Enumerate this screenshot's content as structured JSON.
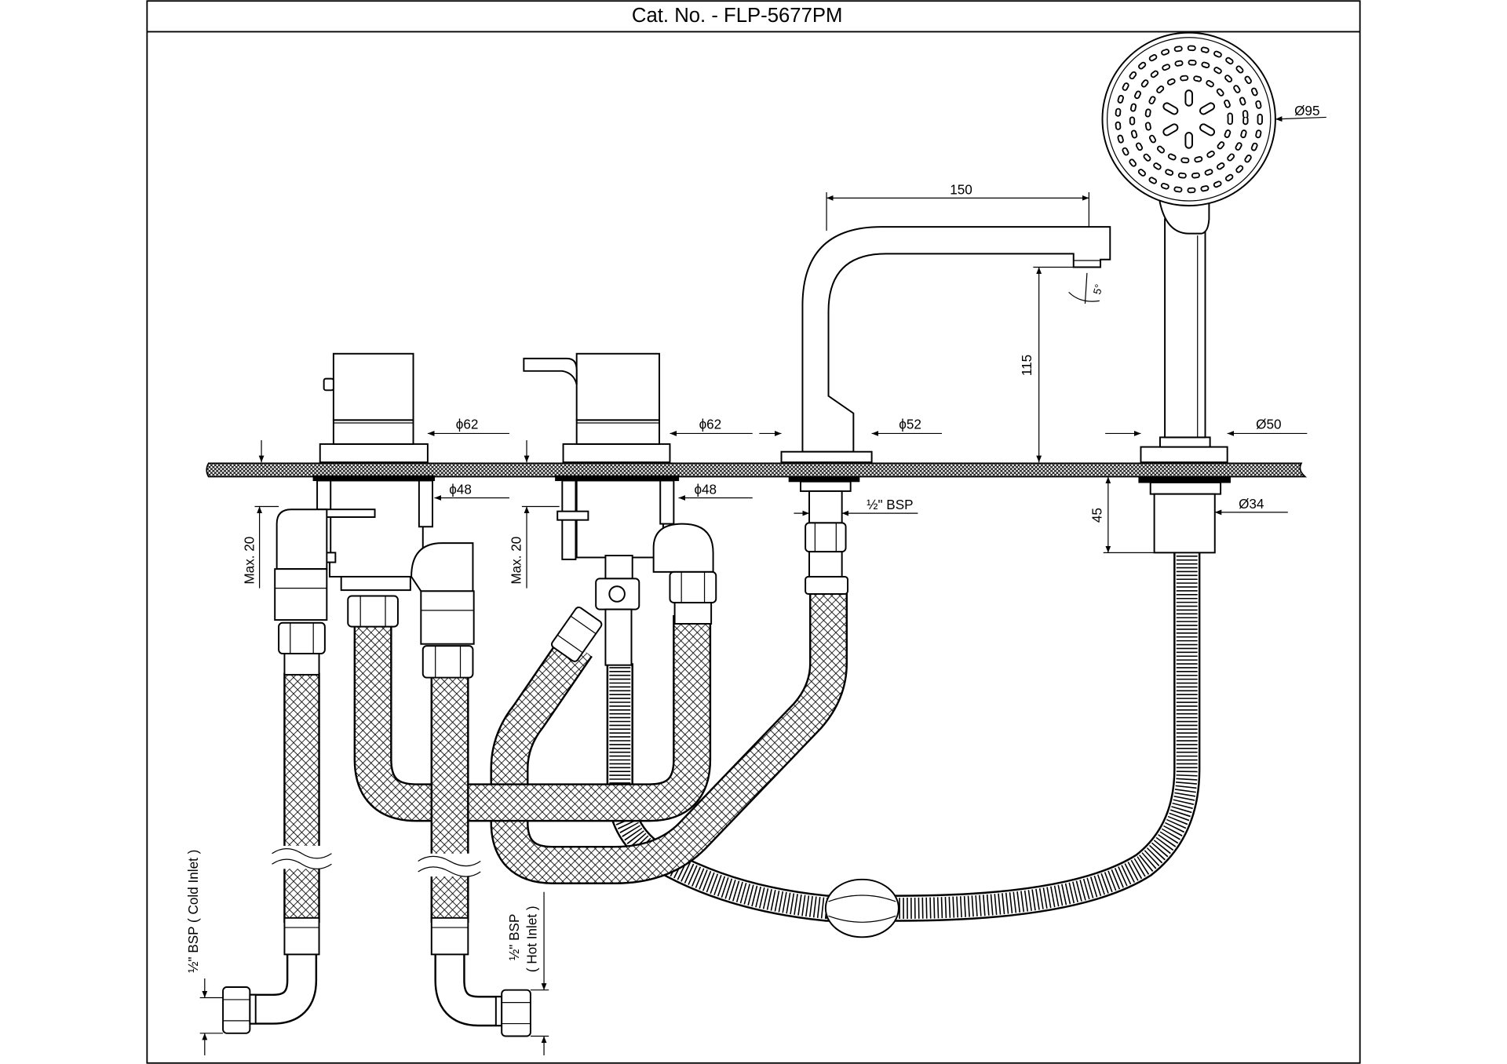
{
  "title": "Cat. No. - FLP-5677PM",
  "dimensions": {
    "spout_reach": "150",
    "spout_height": "115",
    "spout_angle": "5°",
    "handshower_head_dia": "Ø95",
    "handshower_base_dia": "Ø50",
    "handshower_shank_dia": "Ø34",
    "handshower_shank_length": "45",
    "mixer1_base_dia": "ϕ62",
    "mixer2_base_dia": "ϕ62",
    "spout_base_dia": "ϕ52",
    "mixer1_plate_dia": "ϕ48",
    "mixer2_plate_dia": "ϕ48",
    "spout_thread": "½\" BSP",
    "mixer1_max_deck": "Max. 20",
    "mixer2_max_deck": "Max. 20"
  },
  "inlets": {
    "cold": "½\" BSP ( Cold Inlet )",
    "hot_thread": "½\" BSP",
    "hot_label": "( Hot Inlet )"
  }
}
